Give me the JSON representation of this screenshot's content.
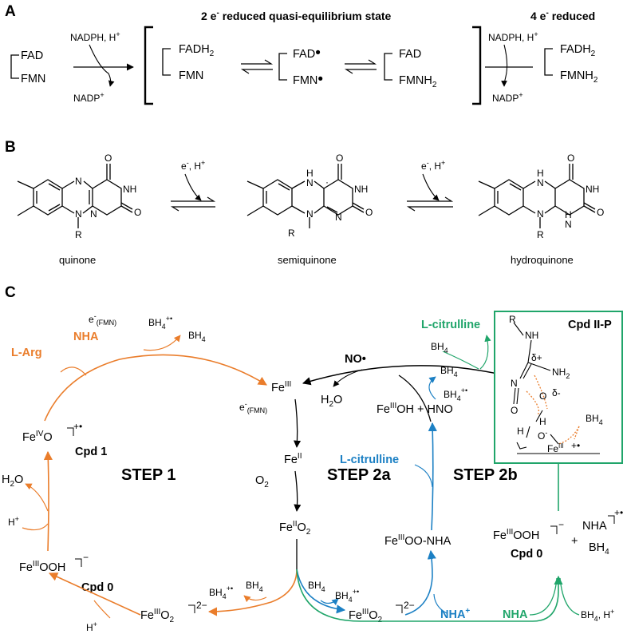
{
  "panels": {
    "a": "A",
    "b": "B",
    "c": "C"
  },
  "panel_a": {
    "header_mid": "2 e",
    "header_mid_sup": "-",
    "header_mid_rest": " reduced quasi-equilibrium state",
    "header_right": "4 e",
    "header_right_sup": "-",
    "header_right_rest": " reduced",
    "nadph": "NADPH, H",
    "plus": "+",
    "nadp": "NADP",
    "fad": "FAD",
    "fmn": "FMN",
    "fadh": "FADH",
    "fmnh": "FMNH",
    "sub2": "2",
    "radical": "•"
  },
  "panel_b": {
    "reagent": "e",
    "reagent_sup": "-",
    "reagent_rest": ", H",
    "reagent_plus": "+",
    "atom_o": "O",
    "atom_n": "N",
    "atom_nh": "NH",
    "atom_h": "H",
    "atom_r": "R",
    "atom_dot": "·",
    "labels": [
      "quinone",
      "semiquinone",
      "hydroquinone"
    ]
  },
  "panel_c": {
    "step1": "STEP 1",
    "step2a": "STEP 2a",
    "step2b": "STEP 2b",
    "larg": "L-Arg",
    "nha": "NHA",
    "nha_plus": "NHA",
    "citrulline": "L-citrulline",
    "no": "NO•",
    "fe": "Fe",
    "ox3": "III",
    "ox2": "II",
    "ox4": "IV",
    "e": "e",
    "e_sup": "-",
    "fmn_sub": "(FMN)",
    "bh": "BH",
    "bh_sub": "4",
    "bh_rad": "+•",
    "h2o": "H",
    "h2o_rest": "O",
    "o2": "O",
    "hplus": "H",
    "plus": "+",
    "cpd1": "Cpd 1",
    "cpd0": "Cpd 0",
    "cpd0b": "Cpd 0",
    "ooh": "OOH",
    "minus": "−",
    "twominus": "2−",
    "oonha": "OO-NHA",
    "oh_hno": "OH + HNO",
    "bh4_h": "BH",
    "bh4_h_rest": ", H",
    "box_title": "Cpd II-P",
    "box_r": "R",
    "box_nh": "NH",
    "box_nh2": "NH",
    "box_n": "N",
    "box_o": "O",
    "box_h": "H",
    "box_dplus": "δ+",
    "box_dminus": "δ-",
    "box_ominus": "-"
  },
  "colors": {
    "orange": "#ea7d2b",
    "blue": "#1c80c4",
    "green": "#20a56a",
    "black": "#000000"
  }
}
